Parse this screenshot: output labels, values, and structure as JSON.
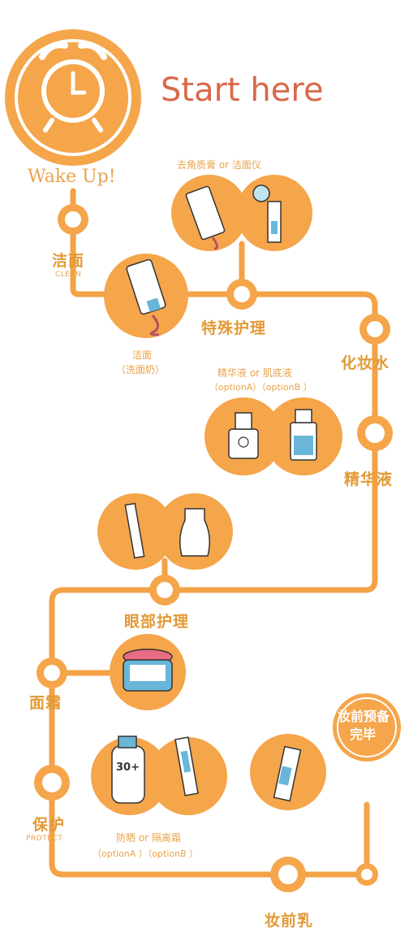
{
  "colors": {
    "orange": "#f5a54a",
    "path": "#f3a246",
    "text": "#e39a36",
    "title": "#d9684a"
  },
  "header": {
    "title": "Start here",
    "wake_up": "Wake Up!",
    "icon": "alarm-clock-icon"
  },
  "steps": {
    "cleanse": {
      "title": "洁面",
      "subtitle": "CLEAN",
      "product_line1": "洁面",
      "product_line2": "（洗面奶）"
    },
    "special": {
      "title": "特殊护理",
      "options": "去角质膏 or 洁面仪"
    },
    "toner": {
      "title": "化妆水"
    },
    "essence": {
      "title": "精华液",
      "options": "精华液 or 肌底液",
      "option_tags": "（optionA）（optionB ）"
    },
    "eye": {
      "title": "眼部护理"
    },
    "cream": {
      "title": "面霜"
    },
    "protect": {
      "title": "保护",
      "subtitle": "PROTECT",
      "options": "防晒  or  隔离霜",
      "option_tags": "（optionA ）（optionB ）",
      "sunscreen_spf": "30+"
    },
    "primer": {
      "title": "妆前乳"
    },
    "done": {
      "line1": "妆前预备",
      "line2": "完毕"
    }
  }
}
